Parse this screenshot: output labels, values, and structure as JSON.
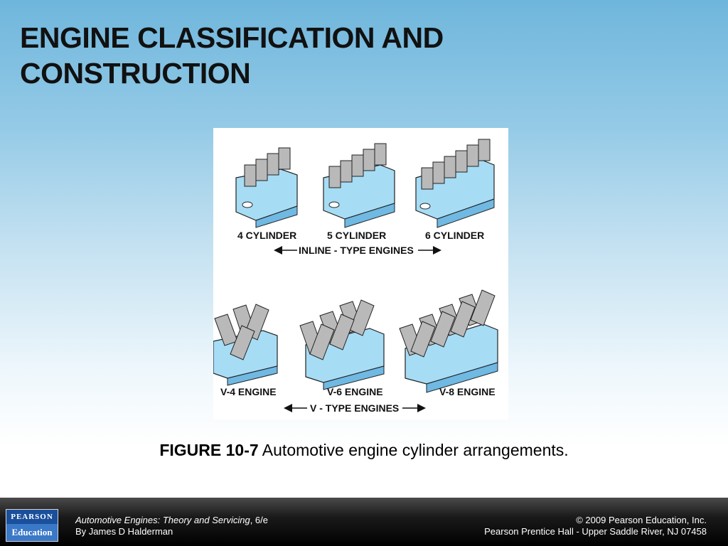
{
  "slide": {
    "title": "ENGINE CLASSIFICATION AND CONSTRUCTION"
  },
  "figure": {
    "labels": {
      "inline_4": "4 CYLINDER",
      "inline_5": "5 CYLINDER",
      "inline_6": "6 CYLINDER",
      "inline_group": "INLINE - TYPE ENGINES",
      "v4": "V-4 ENGINE",
      "v6": "V-6 ENGINE",
      "v8": "V-8 ENGINE",
      "v_group": "V - TYPE ENGINES"
    },
    "colors": {
      "block": "#a7dcf5",
      "block_shadow": "#6fb9e3",
      "cylinder": "#b9b9b9",
      "outline": "#222222"
    }
  },
  "caption": {
    "number": "FIGURE 10-7",
    "text": " Automotive engine cylinder arrangements."
  },
  "footer": {
    "logo_top": "PEARSON",
    "logo_bottom": "Education",
    "book_title": "Automotive Engines: Theory and Servicing",
    "edition": ", 6/e",
    "author": "By James D Halderman",
    "copyright": "© 2009 Pearson Education, Inc.",
    "publisher": "Pearson Prentice Hall - Upper Saddle River, NJ 07458"
  }
}
